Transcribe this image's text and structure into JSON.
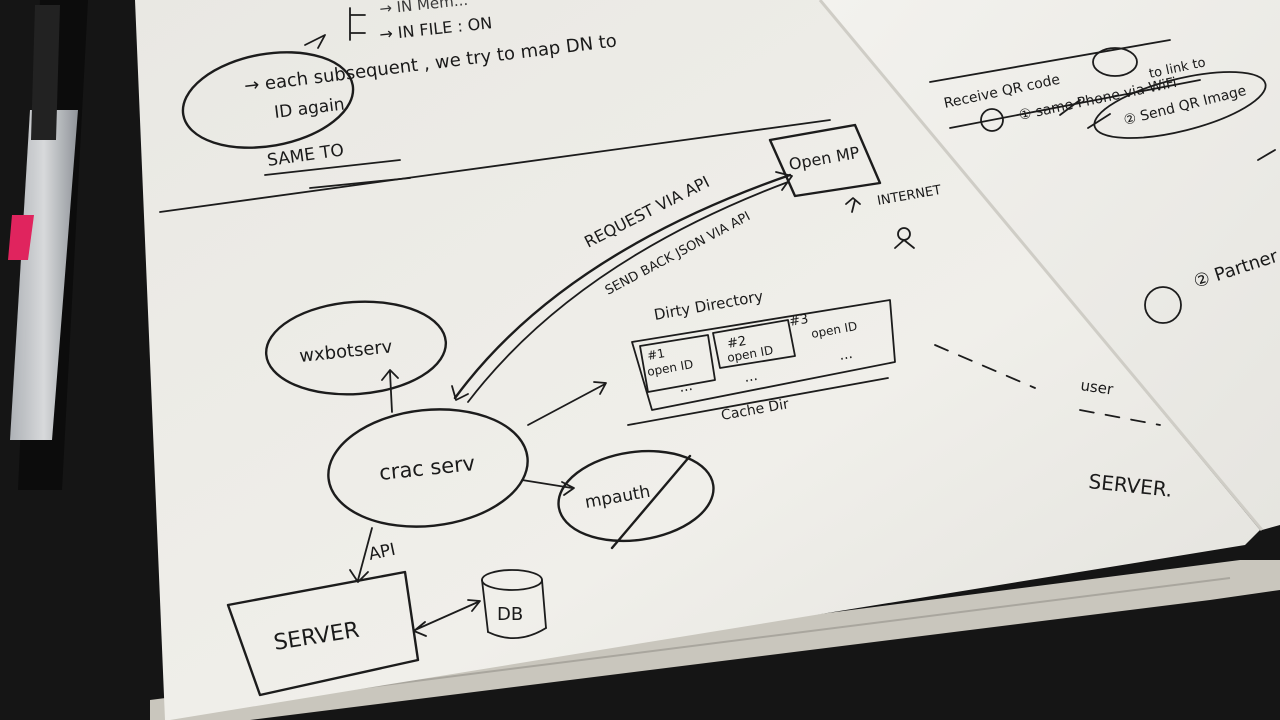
{
  "notebook": {
    "top_lines": [
      "→ IN Mem...",
      "→ IN FILE : ON",
      "→ each subsequent , we try to map DN to",
      "ID again",
      "SAME TO"
    ],
    "diagram": {
      "nodes": {
        "wxbot": "wxbotserv",
        "crac": "crac serv",
        "mpauth": "mpauth",
        "server": "SERVER",
        "db": "DB",
        "open_mp": "Open MP",
        "internet": "INTERNET"
      },
      "labels": {
        "request": "REQUEST VIA API",
        "send_back": "SEND BACK JSON VIA API",
        "api": "API",
        "dirty_directory": "Dirty Directory",
        "cache_dir": "Cache Dir",
        "slot1_num": "#1",
        "slot1_id": "open ID",
        "slot2_num": "#2",
        "slot2_id": "open ID",
        "slot3_num": "#3",
        "slot3_id": "open ID",
        "ellipsis": "..."
      }
    },
    "right_page": {
      "lines": [
        "Receive QR code",
        "① same Phone via WiFi",
        "to link to",
        "② Send QR Image",
        "② Partner"
      ],
      "user": "user",
      "server": "SERVER."
    }
  },
  "colors": {
    "desk": "#151515",
    "paper": "#efeee9",
    "ink": "#1c1c1c",
    "pen_accent": "#e0245e"
  }
}
